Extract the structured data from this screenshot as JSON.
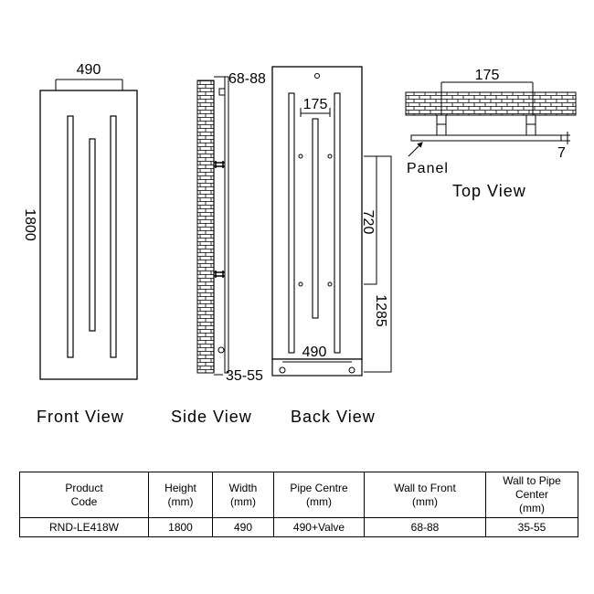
{
  "dimensions": {
    "front_width": "490",
    "front_height": "1800",
    "wall_to_front": "68-88",
    "wall_to_pipe": "35-55",
    "back_fixing_spacing": "175",
    "back_fixing_vertical": "720",
    "back_fixing_height": "1285",
    "back_pipe_centre": "490",
    "top_fixing_spacing": "175",
    "top_gap": "7"
  },
  "labels": {
    "panel": "Panel",
    "top_view": "Top View",
    "front_view": "Front View",
    "side_view": "Side View",
    "back_view": "Back View"
  },
  "table": {
    "headers": [
      "Product\nCode",
      "Height\n(mm)",
      "Width\n(mm)",
      "Pipe Centre\n(mm)",
      "Wall to Front\n(mm)",
      "Wall to Pipe Center\n(mm)"
    ],
    "rows": [
      [
        "RND-LE418W",
        "1800",
        "490",
        "490+Valve",
        "68-88",
        "35-55"
      ]
    ]
  }
}
